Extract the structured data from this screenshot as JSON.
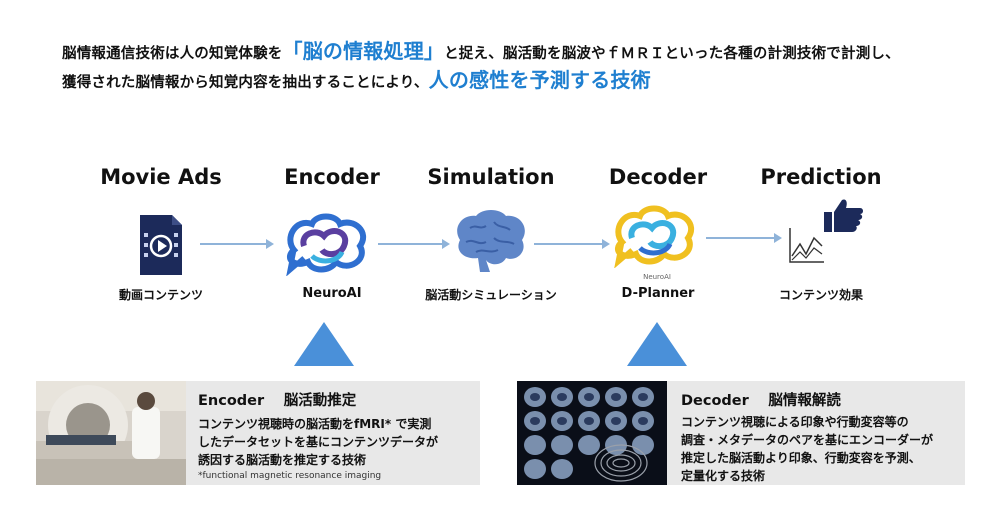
{
  "intro": {
    "line1_a": "脳情報通信技術は人の知覚体験を",
    "line1_highlight": "「脳の情報処理」",
    "line1_b": "と捉え、脳活動を脳波やｆＭＲＩといった各種の計測技術で計測し、",
    "line2_a": "獲得された脳情報から知覚内容を抽出することにより、",
    "line2_highlight": "人の感性を予測する技術"
  },
  "stages": [
    {
      "title": "Movie Ads",
      "label": "動画コンテンツ"
    },
    {
      "title": "Encoder",
      "label": "NeuroAI"
    },
    {
      "title": "Simulation",
      "label": "脳活動シミュレーション"
    },
    {
      "title": "Decoder",
      "label": "D-Planner",
      "sublabel": "NeuroAI"
    },
    {
      "title": "Prediction",
      "label": "コンテンツ効果"
    }
  ],
  "encoder_panel": {
    "title": "Encoder　 脳活動推定",
    "body": [
      "コンテンツ視聴時の脳活動をfMRI* で実測",
      "したデータセットを基にコンテンツデータが",
      "誘因する脳活動を推定する技術"
    ],
    "note": "*functional magnetic resonance imaging"
  },
  "decoder_panel": {
    "title": "Decoder　 脳情報解読",
    "body": [
      "コンテンツ視聴による印象や行動変容等の",
      "調査・メタデータのペアを基にエンコーダーが",
      "推定した脳活動より印象、行動変容を予測、",
      "定量化する技術"
    ]
  },
  "colors": {
    "highlight": "#1f7fd0",
    "arrow": "#8fb3d9",
    "triangle": "#4a90d9",
    "panel_bg": "#e8e8e8",
    "brain_blue": "#2f6fd0",
    "brain_purple": "#5a3fa0",
    "brain_cyan": "#3ab0e0",
    "brain_yellow": "#f0c020"
  },
  "icons": [
    "video-file-icon",
    "neuroai-logo-icon",
    "brain-icon",
    "dplanner-logo-icon",
    "thumbs-up-icon",
    "line-chart-icon"
  ]
}
